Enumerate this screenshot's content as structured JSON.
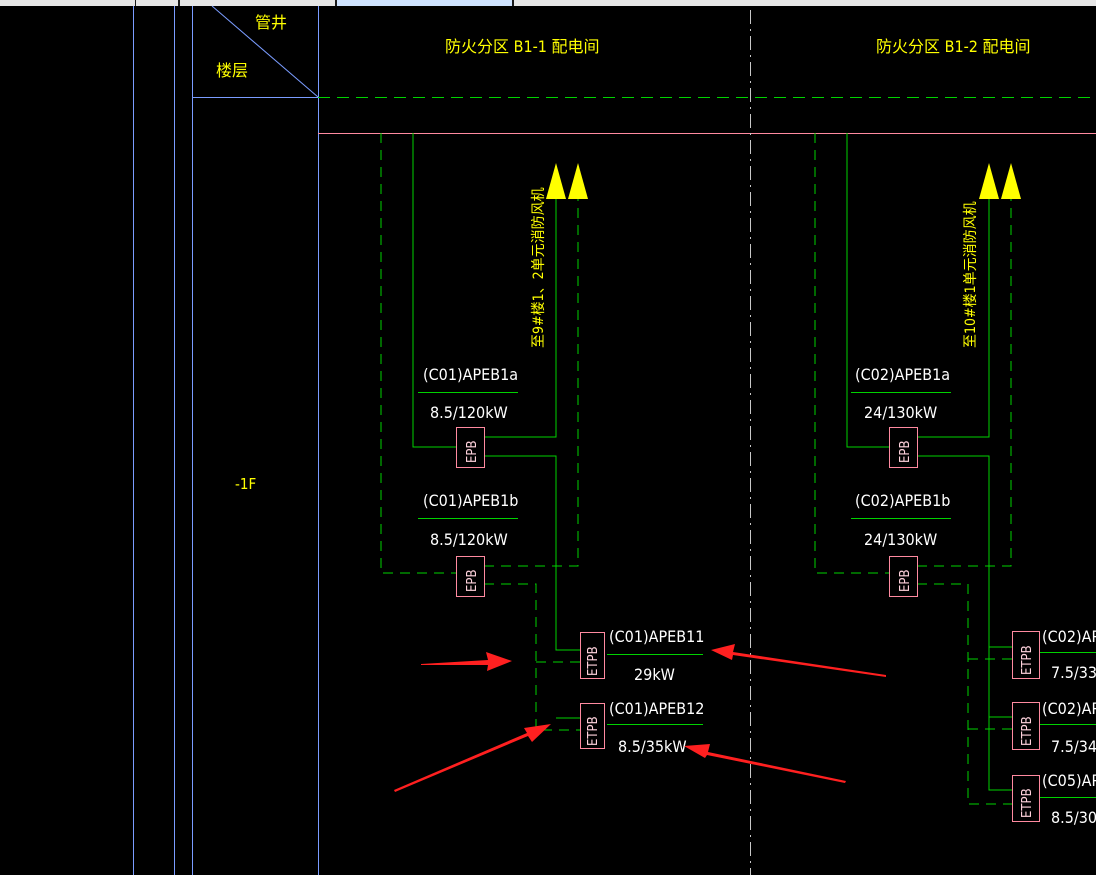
{
  "colors": {
    "background": "#000000",
    "grid_blue": "#7a9cff",
    "wire_green": "#00d200",
    "box_pink": "#ff8aa0",
    "divider_white": "#c8c8c8",
    "text_yellow": "#ffff00",
    "text_white": "#ffffff",
    "arrow_red": "#ff2020",
    "head_yellow": "#ffff00"
  },
  "header": {
    "shaft_label": "管井",
    "floor_label": "楼层",
    "zone_1": "防火分区  B1-1 配电间",
    "zone_2": "防火分区  B1-2 配电间"
  },
  "floor": {
    "label": "-1F"
  },
  "left_group": {
    "riser_note": "至9#楼1、2单元消防风机",
    "apeb1a": {
      "name": "(C01)APEB1a",
      "power": "8.5/120kW",
      "box": "EPB"
    },
    "apeb1b": {
      "name": "(C01)APEB1b",
      "power": "8.5/120kW",
      "box": "EPB"
    },
    "apeb11": {
      "name": "(C01)APEB11",
      "power": "29kW",
      "box": "ETPB"
    },
    "apeb12": {
      "name": "(C01)APEB12",
      "power": "8.5/35kW",
      "box": "ETPB"
    }
  },
  "right_group": {
    "riser_note": "至10#楼1单元消防风机",
    "apeb1a": {
      "name": "(C02)APEB1a",
      "power": "24/130kW",
      "box": "EPB"
    },
    "apeb1b": {
      "name": "(C02)APEB1b",
      "power": "24/130kW",
      "box": "EPB"
    },
    "row1": {
      "name": "(C02)AP",
      "power": "7.5/33",
      "box": "ETPB"
    },
    "row2": {
      "name": "(C02)AP",
      "power": "7.5/34",
      "box": "ETPB"
    },
    "row3": {
      "name": "(C05)AP",
      "power": "8.5/30",
      "box": "ETPB"
    }
  }
}
